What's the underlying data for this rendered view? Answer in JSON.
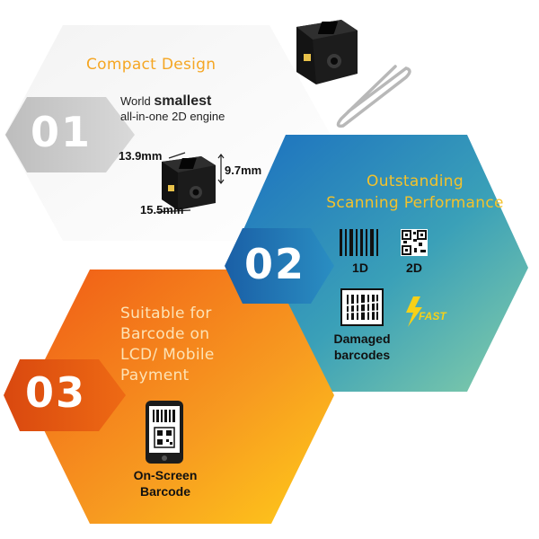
{
  "features": [
    {
      "number": "01",
      "title": "Compact Design",
      "tagline_prefix": "World ",
      "tagline_bold": "smallest",
      "tagline_line2": "all-in-one 2D engine",
      "dim_width": "13.9mm",
      "dim_height": "9.7mm",
      "dim_length": "15.5mm"
    },
    {
      "number": "02",
      "title_line1": "Outstanding",
      "title_line2": "Scanning Performance",
      "label_1d": "1D",
      "label_2d": "2D",
      "label_damaged_line1": "Damaged",
      "label_damaged_line2": "barcodes",
      "label_fast": "FAST"
    },
    {
      "number": "03",
      "title_lines": [
        "Suitable for",
        "Barcode on",
        "LCD/ Mobile",
        "Payment"
      ],
      "label_line1": "On-Screen",
      "label_line2": "Barcode"
    }
  ],
  "colors": {
    "hex1": "#efefef",
    "hex2_start": "#1b6fc0",
    "hex2_end": "#7cc9ac",
    "hex3_start": "#f06418",
    "hex3_end": "#ffc61a",
    "accent_orange": "#f5a623",
    "fast_yellow": "#f7d117"
  },
  "icons": [
    "scanner-module-icon",
    "paperclip-icon",
    "barcode-1d-icon",
    "qr-code-icon",
    "damaged-barcode-icon",
    "lightning-icon",
    "smartphone-icon"
  ]
}
